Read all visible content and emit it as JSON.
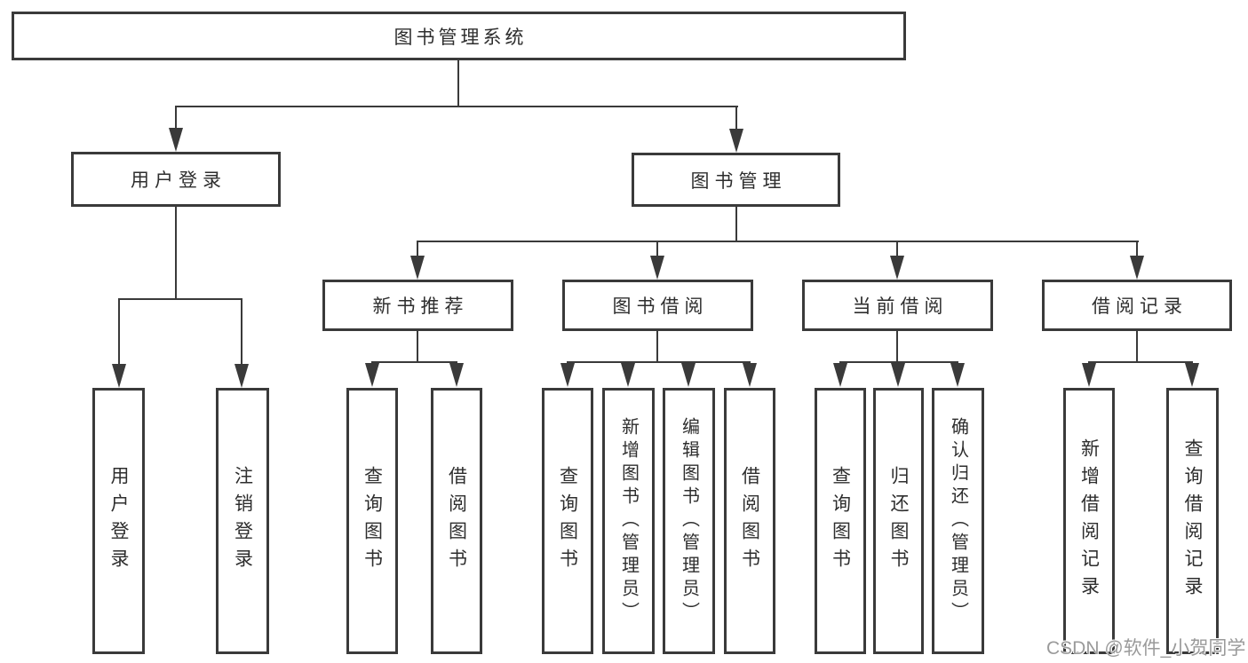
{
  "diagram": {
    "title_node": {
      "label": "图书管理系统"
    },
    "level2": {
      "user_login": {
        "label": "用户登录"
      },
      "book_management": {
        "label": "图书管理"
      }
    },
    "level3": {
      "new_book_recommend": {
        "label": "新书推荐"
      },
      "book_borrowing": {
        "label": "图书借阅"
      },
      "current_borrowing": {
        "label": "当前借阅"
      },
      "borrow_records": {
        "label": "借阅记录"
      }
    },
    "leaves": {
      "user_login": [
        {
          "label": "用户登录"
        },
        {
          "label": "注销登录"
        }
      ],
      "new_book_recommend": [
        {
          "label": "查询图书"
        },
        {
          "label": "借阅图书"
        }
      ],
      "book_borrowing": [
        {
          "label": "查询图书"
        },
        {
          "label": "新增图书（管理员）"
        },
        {
          "label": "编辑图书（管理员）"
        },
        {
          "label": "借阅图书"
        }
      ],
      "current_borrowing": [
        {
          "label": "查询图书"
        },
        {
          "label": "归还图书"
        },
        {
          "label": "确认归还（管理员）"
        }
      ],
      "borrow_records": [
        {
          "label": "新增借阅记录"
        },
        {
          "label": "查询借阅记录"
        }
      ]
    },
    "watermark": "CSDN @软件_小贺同学",
    "colors": {
      "line": "#3a3a3a",
      "text": "#2e2e2e",
      "background": "#ffffff",
      "watermark": "#9a9a9a"
    }
  }
}
